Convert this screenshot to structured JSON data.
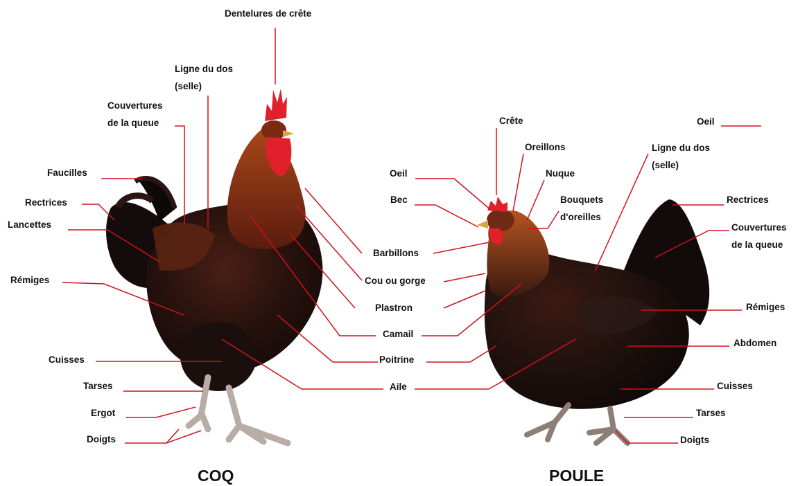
{
  "rooster": {
    "title": "COQ",
    "labels": {
      "dentelures": "Dentelures de crête",
      "ligne_dos_1": "Ligne du dos",
      "ligne_dos_2": "(selle)",
      "couvertures_1": "Couvertures",
      "couvertures_2": "de la queue",
      "faucilles": "Faucilles",
      "rectrices": "Rectrices",
      "lancettes": "Lancettes",
      "remiges": "Rémiges",
      "cuisses": "Cuisses",
      "tarses": "Tarses",
      "ergot": "Ergot",
      "doigts": "Doigts"
    }
  },
  "shared": {
    "barbillons": "Barbillons",
    "cou": "Cou ou gorge",
    "plastron": "Plastron",
    "camail": "Camail",
    "poitrine": "Poitrine",
    "aile": "Aile"
  },
  "hen": {
    "title": "POULE",
    "labels": {
      "crete": "Crête",
      "oreillons": "Oreillons",
      "oeil_left": "Oeil",
      "nuque": "Nuque",
      "bec": "Bec",
      "bouquets_1": "Bouquets",
      "bouquets_2": "d'oreilles",
      "oeil_right": "Oeil",
      "ligne_dos_1": "Ligne du dos",
      "ligne_dos_2": "(selle)",
      "rectrices": "Rectrices",
      "couvertures_1": "Couvertures",
      "couvertures_2": "de la queue",
      "remiges": "Rémiges",
      "abdomen": "Abdomen",
      "cuisses": "Cuisses",
      "tarses": "Tarses",
      "doigts": "Doigts"
    }
  },
  "colors": {
    "leader": "#d0121b",
    "text": "#111111",
    "comb": "#e0202b",
    "plumage_dark": "#1c1110",
    "hackle": "#8a2f12"
  }
}
